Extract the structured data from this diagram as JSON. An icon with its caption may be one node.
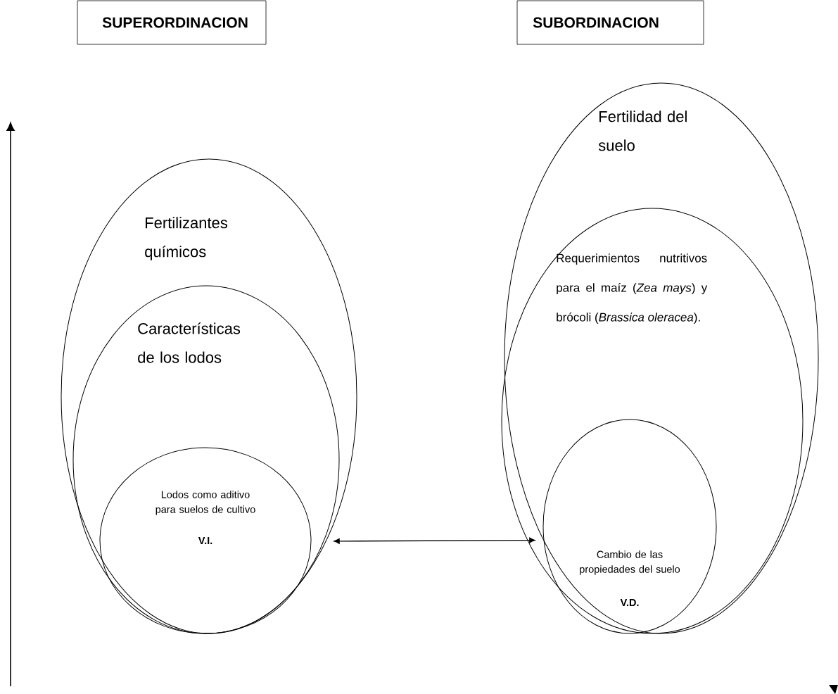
{
  "diagram": {
    "nodes": [
      {
        "text": [
          "SUPERORDINACION"
        ]
      },
      {
        "text": [
          "SUBORDINACION"
        ]
      },
      {
        "text": [
          "Fertilizantes químicos"
        ]
      },
      {
        "text": [
          "Características de los lodos"
        ],
        "in": 2
      },
      {
        "text": [
          "Lodos como aditivo para suelos de cultivo",
          "V.I."
        ],
        "in": 3
      },
      {
        "text": [
          "Fertilidad del suelo"
        ]
      },
      {
        "text": [
          "Requerimientos nutritivos para el maíz (*Zea mays*) y brócoli (*Brassica oleracea*)."
        ],
        "in": 5
      },
      {
        "text": [
          "Cambio de las propiedades del suelo",
          "V.D."
        ],
        "in": 6
      }
    ],
    "edges": [
      {
        "from": 2,
        "to": 5,
        "arrow": "both"
      }
    ]
  }
}
